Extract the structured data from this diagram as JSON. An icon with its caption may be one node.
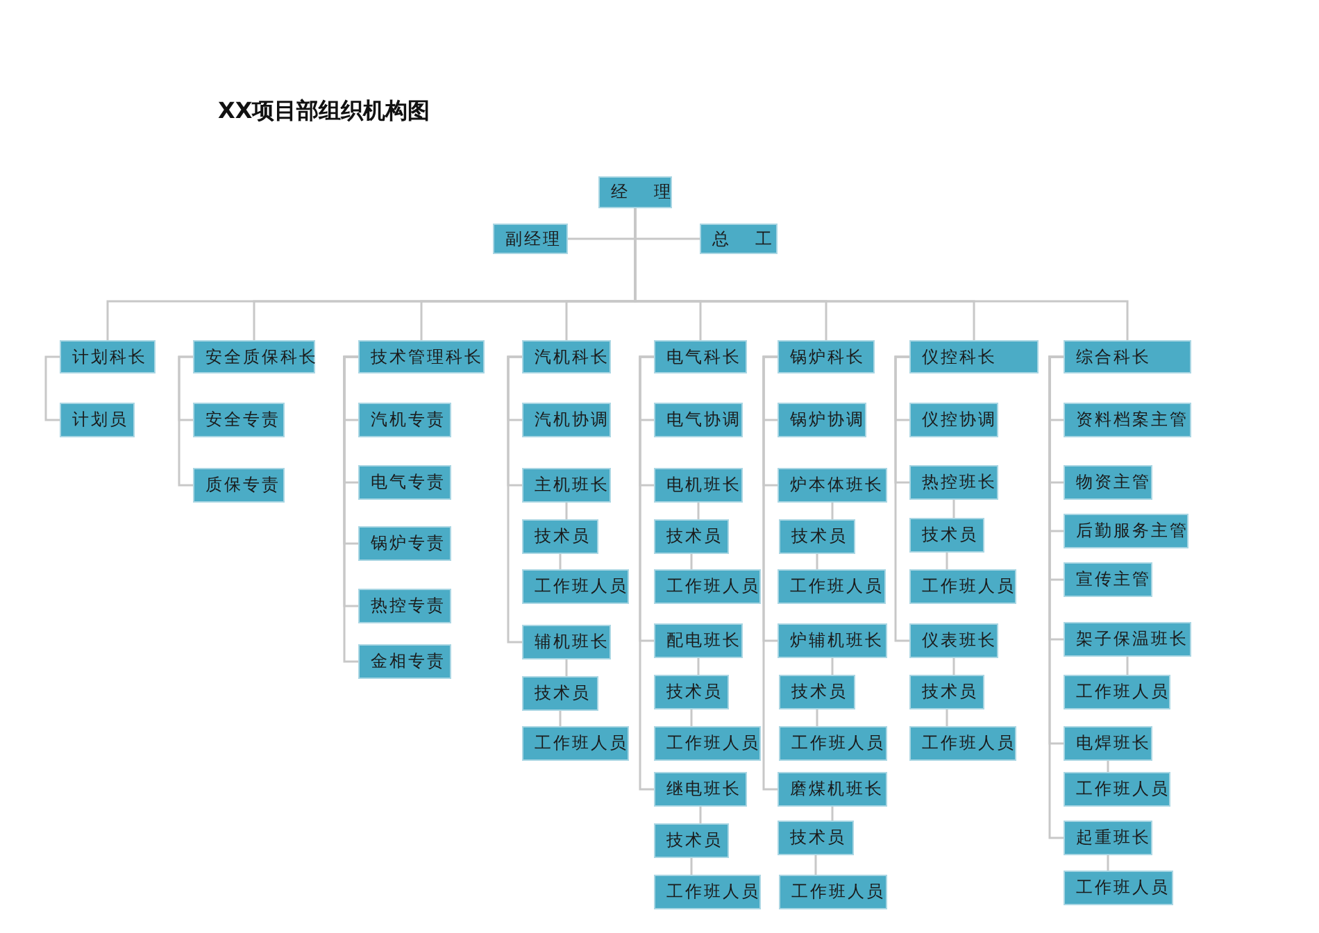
{
  "diagram": {
    "title": "XX项目部组织机构图",
    "nodes": [
      {
        "text": [
          "经 理"
        ]
      },
      {
        "text": [
          "副经理"
        ]
      },
      {
        "text": [
          "总 工"
        ]
      },
      {
        "text": [
          "计划科长"
        ]
      },
      {
        "text": [
          "计划员"
        ]
      },
      {
        "text": [
          "安全质保科长"
        ]
      },
      {
        "text": [
          "安全专责"
        ]
      },
      {
        "text": [
          "质保专责"
        ]
      },
      {
        "text": [
          "技术管理科长"
        ]
      },
      {
        "text": [
          "汽机专责"
        ]
      },
      {
        "text": [
          "电气专责"
        ]
      },
      {
        "text": [
          "锅炉专责"
        ]
      },
      {
        "text": [
          "热控专责"
        ]
      },
      {
        "text": [
          "金相专责"
        ]
      },
      {
        "text": [
          "汽机科长"
        ]
      },
      {
        "text": [
          "汽机协调"
        ]
      },
      {
        "text": [
          "主机班长"
        ]
      },
      {
        "text": [
          "技术员"
        ]
      },
      {
        "text": [
          "工作班人员"
        ]
      },
      {
        "text": [
          "辅机班长"
        ]
      },
      {
        "text": [
          "技术员"
        ]
      },
      {
        "text": [
          "工作班人员"
        ]
      },
      {
        "text": [
          "电气科长"
        ]
      },
      {
        "text": [
          "电气协调"
        ]
      },
      {
        "text": [
          "电机班长"
        ]
      },
      {
        "text": [
          "技术员"
        ]
      },
      {
        "text": [
          "工作班人员"
        ]
      },
      {
        "text": [
          "配电班长"
        ]
      },
      {
        "text": [
          "技术员"
        ]
      },
      {
        "text": [
          "工作班人员"
        ]
      },
      {
        "text": [
          "继电班长"
        ]
      },
      {
        "text": [
          "技术员"
        ]
      },
      {
        "text": [
          "工作班人员"
        ]
      },
      {
        "text": [
          "锅炉科长"
        ]
      },
      {
        "text": [
          "锅炉协调"
        ]
      },
      {
        "text": [
          "炉本体班长"
        ]
      },
      {
        "text": [
          "技术员"
        ]
      },
      {
        "text": [
          "工作班人员"
        ]
      },
      {
        "text": [
          "炉辅机班长"
        ]
      },
      {
        "text": [
          "技术员"
        ]
      },
      {
        "text": [
          "工作班人员"
        ]
      },
      {
        "text": [
          "磨煤机班长"
        ]
      },
      {
        "text": [
          "技术员"
        ]
      },
      {
        "text": [
          "工作班人员"
        ]
      },
      {
        "text": [
          "仪控科长"
        ]
      },
      {
        "text": [
          "仪控协调"
        ]
      },
      {
        "text": [
          "热控班长"
        ]
      },
      {
        "text": [
          "技术员"
        ]
      },
      {
        "text": [
          "工作班人员"
        ]
      },
      {
        "text": [
          "仪表班长"
        ]
      },
      {
        "text": [
          "技术员"
        ]
      },
      {
        "text": [
          "工作班人员"
        ]
      },
      {
        "text": [
          "综合科长"
        ]
      },
      {
        "text": [
          "资料档案主管"
        ]
      },
      {
        "text": [
          "物资主管"
        ]
      },
      {
        "text": [
          "后勤服务主管"
        ]
      },
      {
        "text": [
          "宣传主管"
        ]
      },
      {
        "text": [
          "架子保温班长"
        ]
      },
      {
        "text": [
          "工作班人员"
        ]
      },
      {
        "text": [
          "电焊班长"
        ]
      },
      {
        "text": [
          "工作班人员"
        ]
      },
      {
        "text": [
          "起重班长"
        ]
      },
      {
        "text": [
          "工作班人员"
        ]
      }
    ],
    "edges": [
      {
        "from": 0,
        "to": 1,
        "arrow": "none"
      },
      {
        "from": 0,
        "to": 2,
        "arrow": "none"
      },
      {
        "from": 0,
        "to": 3,
        "arrow": "none"
      },
      {
        "from": 0,
        "to": 5,
        "arrow": "none"
      },
      {
        "from": 0,
        "to": 8,
        "arrow": "none"
      },
      {
        "from": 0,
        "to": 14,
        "arrow": "none"
      },
      {
        "from": 0,
        "to": 22,
        "arrow": "none"
      },
      {
        "from": 0,
        "to": 33,
        "arrow": "none"
      },
      {
        "from": 0,
        "to": 44,
        "arrow": "none"
      },
      {
        "from": 0,
        "to": 52,
        "arrow": "none"
      },
      {
        "from": 3,
        "to": 4,
        "arrow": "none"
      },
      {
        "from": 5,
        "to": 6,
        "arrow": "none"
      },
      {
        "from": 5,
        "to": 7,
        "arrow": "none"
      },
      {
        "from": 8,
        "to": 9,
        "arrow": "none"
      },
      {
        "from": 8,
        "to": 10,
        "arrow": "none"
      },
      {
        "from": 8,
        "to": 11,
        "arrow": "none"
      },
      {
        "from": 8,
        "to": 12,
        "arrow": "none"
      },
      {
        "from": 8,
        "to": 13,
        "arrow": "none"
      },
      {
        "from": 14,
        "to": 15,
        "arrow": "none"
      },
      {
        "from": 14,
        "to": 16,
        "arrow": "none"
      },
      {
        "from": 16,
        "to": 17,
        "arrow": "none"
      },
      {
        "from": 17,
        "to": 18,
        "arrow": "none"
      },
      {
        "from": 14,
        "to": 19,
        "arrow": "none"
      },
      {
        "from": 19,
        "to": 20,
        "arrow": "none"
      },
      {
        "from": 20,
        "to": 21,
        "arrow": "none"
      },
      {
        "from": 22,
        "to": 23,
        "arrow": "none"
      },
      {
        "from": 22,
        "to": 24,
        "arrow": "none"
      },
      {
        "from": 24,
        "to": 25,
        "arrow": "none"
      },
      {
        "from": 25,
        "to": 26,
        "arrow": "none"
      },
      {
        "from": 22,
        "to": 27,
        "arrow": "none"
      },
      {
        "from": 27,
        "to": 28,
        "arrow": "none"
      },
      {
        "from": 28,
        "to": 29,
        "arrow": "none"
      },
      {
        "from": 22,
        "to": 30,
        "arrow": "none"
      },
      {
        "from": 30,
        "to": 31,
        "arrow": "none"
      },
      {
        "from": 31,
        "to": 32,
        "arrow": "none"
      },
      {
        "from": 33,
        "to": 34,
        "arrow": "none"
      },
      {
        "from": 33,
        "to": 35,
        "arrow": "none"
      },
      {
        "from": 35,
        "to": 36,
        "arrow": "none"
      },
      {
        "from": 36,
        "to": 37,
        "arrow": "none"
      },
      {
        "from": 33,
        "to": 38,
        "arrow": "none"
      },
      {
        "from": 38,
        "to": 39,
        "arrow": "none"
      },
      {
        "from": 39,
        "to": 40,
        "arrow": "none"
      },
      {
        "from": 33,
        "to": 41,
        "arrow": "none"
      },
      {
        "from": 41,
        "to": 42,
        "arrow": "none"
      },
      {
        "from": 42,
        "to": 43,
        "arrow": "none"
      },
      {
        "from": 44,
        "to": 45,
        "arrow": "none"
      },
      {
        "from": 44,
        "to": 46,
        "arrow": "none"
      },
      {
        "from": 46,
        "to": 47,
        "arrow": "none"
      },
      {
        "from": 47,
        "to": 48,
        "arrow": "none"
      },
      {
        "from": 44,
        "to": 49,
        "arrow": "none"
      },
      {
        "from": 49,
        "to": 50,
        "arrow": "none"
      },
      {
        "from": 50,
        "to": 51,
        "arrow": "none"
      },
      {
        "from": 52,
        "to": 53,
        "arrow": "none"
      },
      {
        "from": 52,
        "to": 54,
        "arrow": "none"
      },
      {
        "from": 52,
        "to": 55,
        "arrow": "none"
      },
      {
        "from": 52,
        "to": 56,
        "arrow": "none"
      },
      {
        "from": 52,
        "to": 57,
        "arrow": "none"
      },
      {
        "from": 57,
        "to": 58,
        "arrow": "none"
      },
      {
        "from": 52,
        "to": 59,
        "arrow": "none"
      },
      {
        "from": 59,
        "to": 60,
        "arrow": "none"
      },
      {
        "from": 52,
        "to": 61,
        "arrow": "none"
      },
      {
        "from": 61,
        "to": 62,
        "arrow": "none"
      }
    ]
  }
}
